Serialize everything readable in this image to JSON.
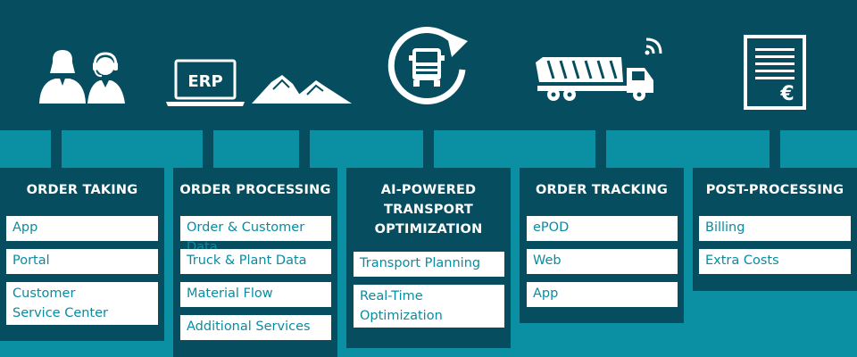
{
  "columns": [
    {
      "title": "ORDER TAKING",
      "items": [
        "App",
        "Portal",
        "Customer Service Center"
      ]
    },
    {
      "title": "ORDER PROCESSING",
      "items": [
        "Order & Customer Data",
        "Truck & Plant Data",
        "Material Flow",
        "Additional Services"
      ]
    },
    {
      "title": "AI-POWERED TRANSPORT OPTIMIZATION",
      "items": [
        "Transport Planning",
        "Real-Time Optimization"
      ]
    },
    {
      "title": "ORDER TRACKING",
      "items": [
        "ePOD",
        "Web",
        "App"
      ]
    },
    {
      "title": "POST-PROCESSING",
      "items": [
        "Billing",
        "Extra Costs"
      ]
    }
  ],
  "icons": {
    "erp_label": "ERP",
    "currency_symbol": "€",
    "names": [
      "customer-service-agents-icon",
      "erp-laptop-icon",
      "material-piles-icon",
      "truck-refresh-icon",
      "dump-truck-wifi-icon",
      "invoice-euro-icon"
    ]
  },
  "colors": {
    "dark": "#064d5f",
    "teal": "#0b8fa3",
    "item_text": "#0a8ca0",
    "white": "#ffffff"
  }
}
